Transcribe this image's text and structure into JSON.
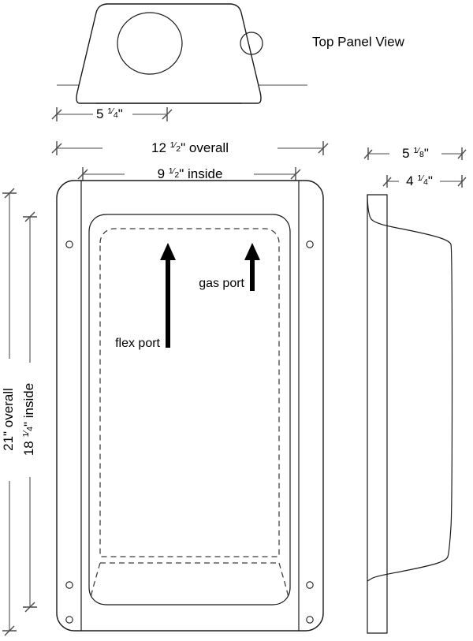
{
  "drawing": {
    "title_note": "Technical dimensioned drawing of an enclosure panel",
    "views": {
      "top_panel": {
        "label": "Top Panel View",
        "features": {
          "large_hole": "large-circular-cutout",
          "small_hole": "small-circular-cutout"
        },
        "dimension": {
          "whole": "5",
          "num": "1",
          "den": "4",
          "unit": "\"",
          "full": "5 1/4\""
        }
      },
      "front_panel": {
        "width_overall": {
          "whole": "12",
          "num": "1",
          "den": "2",
          "unit": "\"",
          "suffix": " overall",
          "full": "12 1/2\" overall"
        },
        "width_inside": {
          "whole": "9",
          "num": "1",
          "den": "2",
          "unit": "\"",
          "suffix": " inside",
          "full": "9 1/2\" inside"
        },
        "height_overall": {
          "whole": "21",
          "unit": "\"",
          "suffix": " overall",
          "full": "21\" overall"
        },
        "height_inside": {
          "whole": "18",
          "num": "1",
          "den": "4",
          "unit": "\"",
          "suffix": " inside",
          "full": "18 1/4\" inside"
        },
        "annotations": [
          {
            "label": "flex port",
            "arrow": "up-arrow-long"
          },
          {
            "label": "gas port",
            "arrow": "up-arrow-short"
          }
        ],
        "mounting_holes": 6
      },
      "side_panel": {
        "depth_overall": {
          "whole": "5",
          "num": "1",
          "den": "8",
          "unit": "\"",
          "full": "5 1/8\""
        },
        "depth_inside": {
          "whole": "4",
          "num": "1",
          "den": "4",
          "unit": "\"",
          "full": "4 1/4\""
        }
      }
    },
    "colors": {
      "line": "#1a1a1a",
      "hidden": "#3a3a3a",
      "dimension": "#6b6b6b",
      "background": "#ffffff",
      "arrow": "#000000"
    }
  }
}
